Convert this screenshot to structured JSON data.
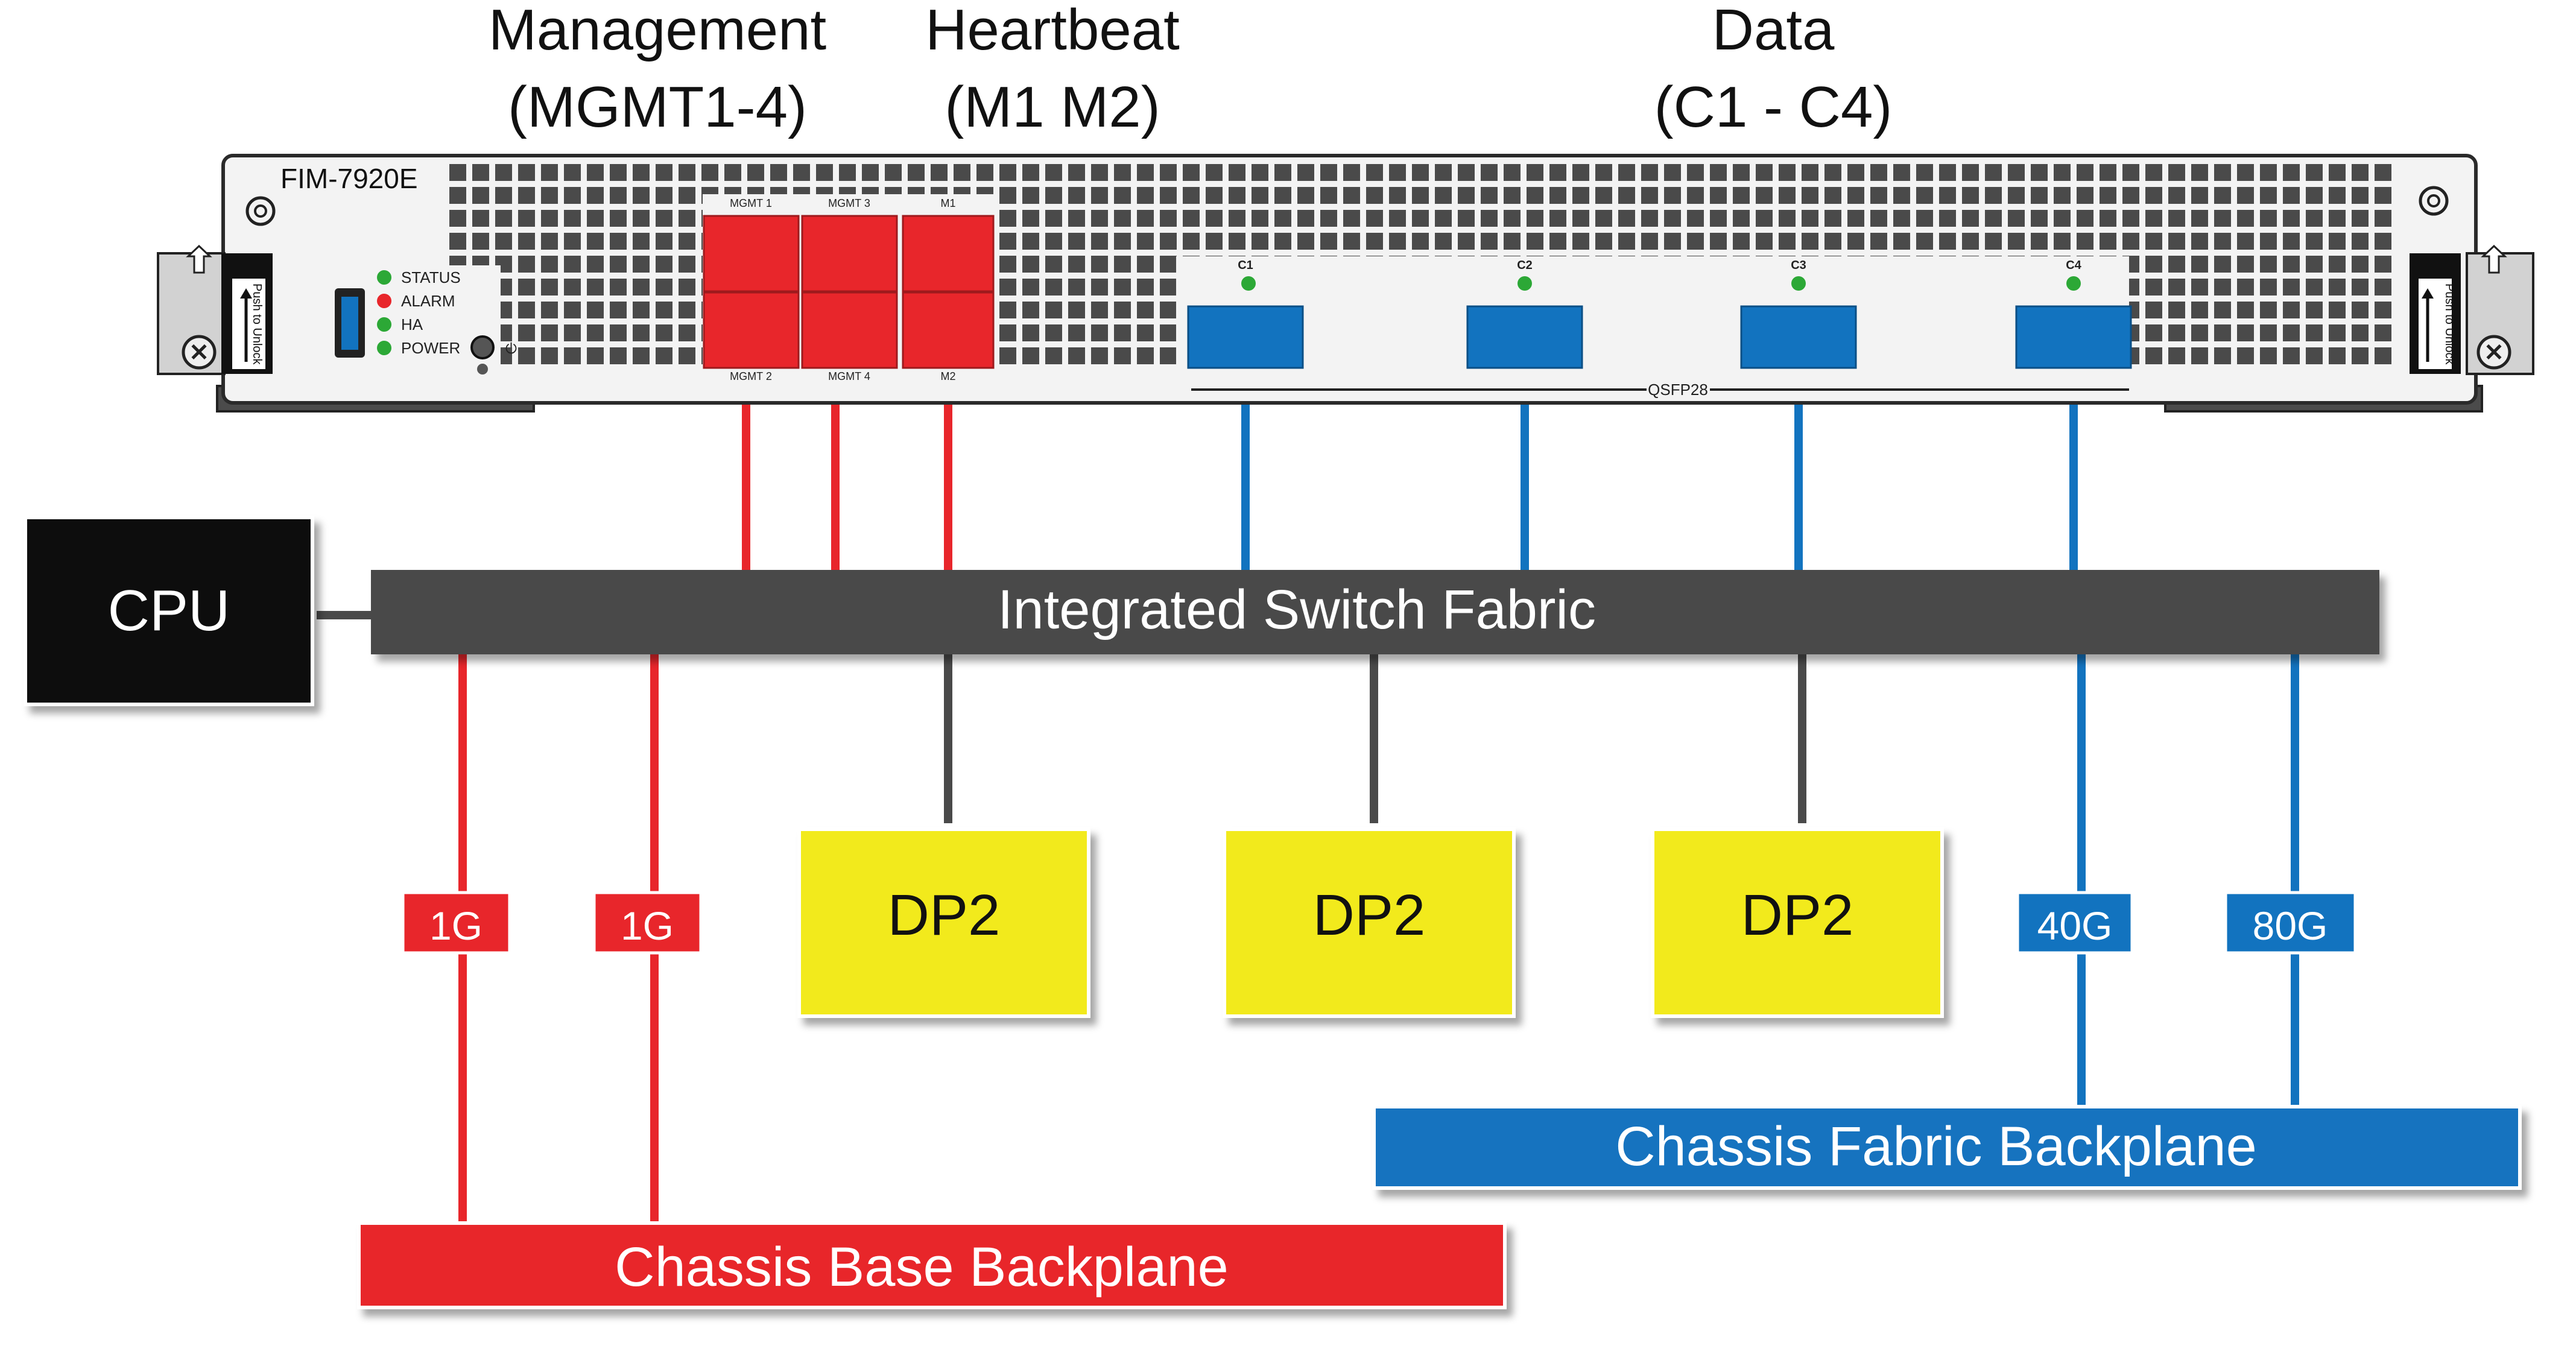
{
  "headers": {
    "management": [
      "Management",
      "(MGMT1-4)"
    ],
    "heartbeat": [
      "Heartbeat",
      "(M1 M2)"
    ],
    "data": [
      "Data",
      "(C1 - C4)"
    ]
  },
  "module": {
    "model": "FIM-7920E",
    "leds": [
      {
        "label": "STATUS",
        "color": "#2ca836"
      },
      {
        "label": "ALARM",
        "color": "#e8262b"
      },
      {
        "label": "HA",
        "color": "#2ca836"
      },
      {
        "label": "POWER",
        "color": "#2ca836"
      }
    ],
    "unlock_text": "Push to Unlock",
    "mgmt_ports": [
      "MGMT 1",
      "MGMT 3",
      "MGMT 2",
      "MGMT 4"
    ],
    "hb_ports": [
      "M1",
      "M2"
    ],
    "data_ports": [
      "C1",
      "C2",
      "C3",
      "C4"
    ],
    "qsfp_label": "QSFP28"
  },
  "cpu_label": "CPU",
  "switch_label": "Integrated Switch Fabric",
  "dp_labels": [
    "DP2",
    "DP2",
    "DP2"
  ],
  "base_links": [
    "1G",
    "1G"
  ],
  "fabric_links": [
    "40G",
    "80G"
  ],
  "base_backplane": "Chassis Base Backplane",
  "fabric_backplane": "Chassis Fabric Backplane",
  "colors": {
    "red": "#e8262b",
    "blue": "#1273bf",
    "yellow": "#f2ea1c",
    "dark": "#4a4a4a",
    "black": "#111111"
  }
}
